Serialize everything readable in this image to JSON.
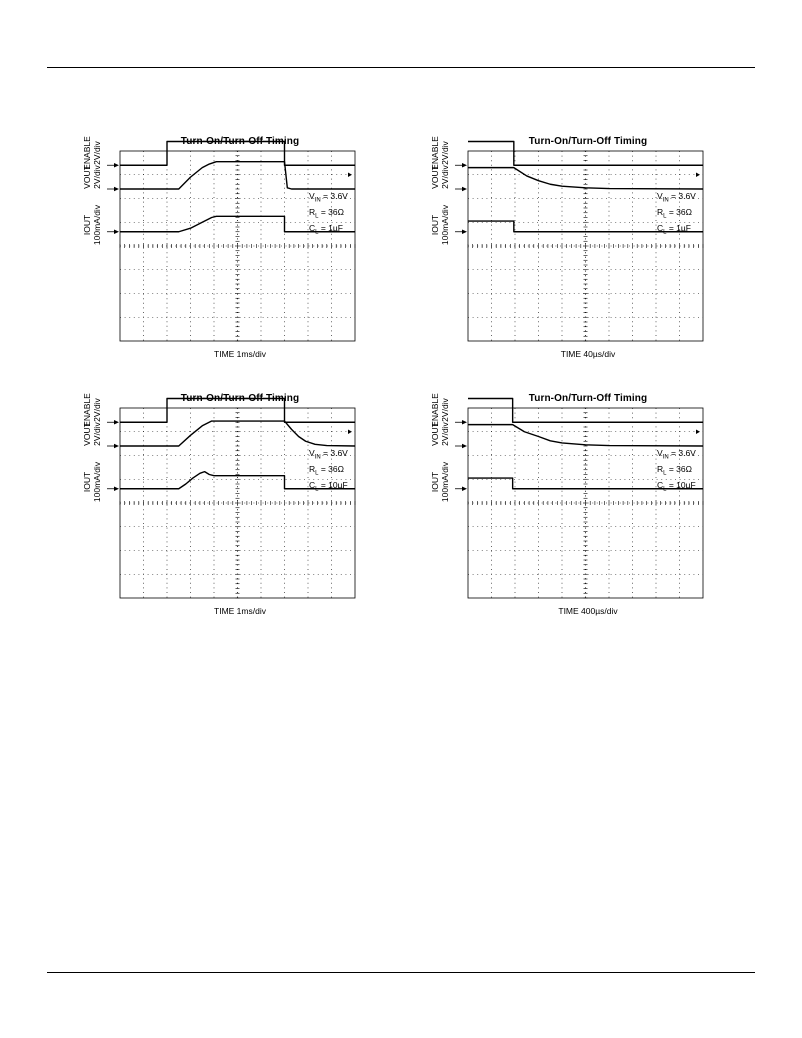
{
  "chart_data": [
    {
      "type": "line",
      "title": "Turn-On/Turn-Off Timing",
      "xlabel": "TIME 1ms/div",
      "traces": [
        {
          "name": "ENABLE",
          "scale": "2V/div"
        },
        {
          "name": "VOUT",
          "scale": "2V/div"
        },
        {
          "name": "IOUT",
          "scale": "100mA/div"
        }
      ],
      "conditions": [
        "V_IN = 3.6V",
        "R_L = 36Ω",
        "C_L = 1µF"
      ],
      "x_divisions": 10,
      "y_divisions": 8,
      "series": [
        {
          "name": "ENABLE",
          "points": [
            [
              0,
              7.4
            ],
            [
              2.0,
              7.4
            ],
            [
              2.0,
              8.4
            ],
            [
              7.0,
              8.4
            ],
            [
              7.0,
              7.4
            ],
            [
              10,
              7.4
            ]
          ]
        },
        {
          "name": "VOUT",
          "points": [
            [
              0,
              6.4
            ],
            [
              2.5,
              6.4
            ],
            [
              3.0,
              6.9
            ],
            [
              3.5,
              7.3
            ],
            [
              3.8,
              7.45
            ],
            [
              4.1,
              7.55
            ],
            [
              7.0,
              7.55
            ],
            [
              7.12,
              6.45
            ],
            [
              7.3,
              6.4
            ],
            [
              10,
              6.4
            ]
          ]
        },
        {
          "name": "IOUT",
          "points": [
            [
              0,
              4.6
            ],
            [
              2.5,
              4.6
            ],
            [
              3.0,
              4.75
            ],
            [
              3.5,
              5.0
            ],
            [
              3.9,
              5.2
            ],
            [
              4.1,
              5.25
            ],
            [
              7.0,
              5.25
            ],
            [
              7.0,
              4.6
            ],
            [
              10,
              4.6
            ]
          ]
        }
      ]
    },
    {
      "type": "line",
      "title": "Turn-On/Turn-Off Timing",
      "xlabel": "TIME 40µs/div",
      "traces": [
        {
          "name": "ENABLE",
          "scale": "2V/div"
        },
        {
          "name": "VOUT",
          "scale": "2V/div"
        },
        {
          "name": "IOUT",
          "scale": "100mA/div"
        }
      ],
      "conditions": [
        "V_IN = 3.6V",
        "R_L = 36Ω",
        "C_L = 1µF"
      ],
      "x_divisions": 10,
      "y_divisions": 8,
      "series": [
        {
          "name": "ENABLE",
          "points": [
            [
              0,
              8.4
            ],
            [
              1.95,
              8.4
            ],
            [
              1.95,
              7.4
            ],
            [
              10,
              7.4
            ]
          ]
        },
        {
          "name": "VOUT",
          "points": [
            [
              0,
              7.3
            ],
            [
              1.95,
              7.3
            ],
            [
              2.5,
              6.95
            ],
            [
              3.0,
              6.75
            ],
            [
              3.5,
              6.6
            ],
            [
              4.0,
              6.52
            ],
            [
              5.0,
              6.45
            ],
            [
              6.0,
              6.42
            ],
            [
              10,
              6.4
            ]
          ]
        },
        {
          "name": "IOUT",
          "points": [
            [
              0,
              5.05
            ],
            [
              1.95,
              5.05
            ],
            [
              1.95,
              4.6
            ],
            [
              10,
              4.6
            ]
          ]
        }
      ]
    },
    {
      "type": "line",
      "title": "Turn-On/Turn-Off Timing",
      "xlabel": "TIME 1ms/div",
      "traces": [
        {
          "name": "ENABLE",
          "scale": "2V/div"
        },
        {
          "name": "VOUT",
          "scale": "2V/div"
        },
        {
          "name": "IOUT",
          "scale": "100mA/div"
        }
      ],
      "conditions": [
        "V_IN = 3.6V",
        "R_L = 36Ω",
        "C_L = 10µF"
      ],
      "x_divisions": 10,
      "y_divisions": 8,
      "series": [
        {
          "name": "ENABLE",
          "points": [
            [
              0,
              7.4
            ],
            [
              2.0,
              7.4
            ],
            [
              2.0,
              8.4
            ],
            [
              7.0,
              8.4
            ],
            [
              7.0,
              7.4
            ],
            [
              10,
              7.4
            ]
          ]
        },
        {
          "name": "VOUT",
          "points": [
            [
              0,
              6.4
            ],
            [
              2.5,
              6.4
            ],
            [
              3.0,
              6.85
            ],
            [
              3.5,
              7.25
            ],
            [
              3.9,
              7.45
            ],
            [
              7.0,
              7.45
            ],
            [
              7.3,
              7.1
            ],
            [
              7.6,
              6.8
            ],
            [
              7.9,
              6.6
            ],
            [
              8.3,
              6.47
            ],
            [
              8.8,
              6.42
            ],
            [
              10,
              6.4
            ]
          ]
        },
        {
          "name": "IOUT",
          "points": [
            [
              0,
              4.6
            ],
            [
              2.5,
              4.6
            ],
            [
              2.8,
              4.8
            ],
            [
              3.1,
              5.05
            ],
            [
              3.4,
              5.25
            ],
            [
              3.6,
              5.32
            ],
            [
              3.8,
              5.2
            ],
            [
              4.0,
              5.15
            ],
            [
              7.0,
              5.15
            ],
            [
              7.0,
              4.6
            ],
            [
              10,
              4.6
            ]
          ]
        }
      ]
    },
    {
      "type": "line",
      "title": "Turn-On/Turn-Off Timing",
      "xlabel": "TIME 400µs/div",
      "traces": [
        {
          "name": "ENABLE",
          "scale": "2V/div"
        },
        {
          "name": "VOUT",
          "scale": "2V/div"
        },
        {
          "name": "IOUT",
          "scale": "100mA/div"
        }
      ],
      "conditions": [
        "V_IN = 3.6V",
        "R_L = 36Ω",
        "C_L = 10µF"
      ],
      "x_divisions": 10,
      "y_divisions": 8,
      "series": [
        {
          "name": "ENABLE",
          "points": [
            [
              0,
              8.4
            ],
            [
              1.9,
              8.4
            ],
            [
              1.9,
              7.4
            ],
            [
              10,
              7.4
            ]
          ]
        },
        {
          "name": "VOUT",
          "points": [
            [
              0,
              7.3
            ],
            [
              1.9,
              7.3
            ],
            [
              2.4,
              7.0
            ],
            [
              3.0,
              6.8
            ],
            [
              3.5,
              6.62
            ],
            [
              4.0,
              6.53
            ],
            [
              5.0,
              6.45
            ],
            [
              6.0,
              6.42
            ],
            [
              10,
              6.4
            ]
          ]
        },
        {
          "name": "IOUT",
          "points": [
            [
              0,
              5.05
            ],
            [
              1.9,
              5.05
            ],
            [
              1.9,
              4.6
            ],
            [
              10,
              4.6
            ]
          ]
        }
      ]
    }
  ]
}
